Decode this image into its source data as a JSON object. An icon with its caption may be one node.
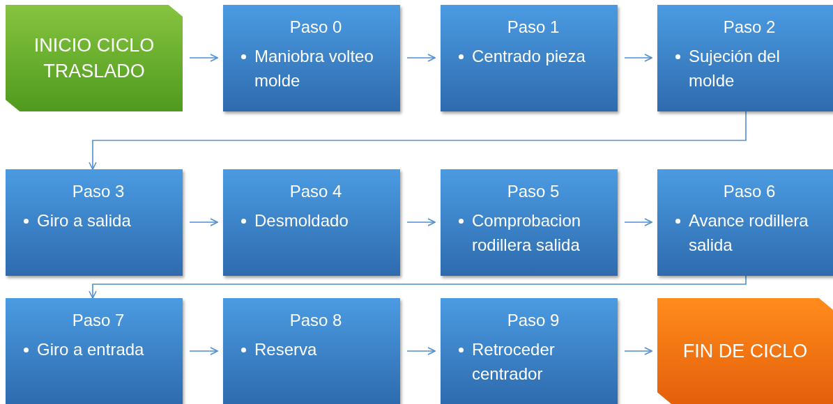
{
  "diagram": {
    "nodes": [
      {
        "text": [
          "INICIO CICLO TRASLADO"
        ]
      },
      {
        "text": [
          "Paso 0",
          "Maniobra volteo molde"
        ]
      },
      {
        "text": [
          "Paso 1",
          "Centrado pieza"
        ]
      },
      {
        "text": [
          "Paso 2",
          "Sujeción del molde"
        ]
      },
      {
        "text": [
          "Paso 3",
          "Giro a salida"
        ]
      },
      {
        "text": [
          "Paso 4",
          "Desmoldado"
        ]
      },
      {
        "text": [
          "Paso 5",
          "Comprobacion rodillera salida"
        ]
      },
      {
        "text": [
          "Paso 6",
          "Avance rodillera salida"
        ]
      },
      {
        "text": [
          "Paso 7",
          "Giro a entrada"
        ]
      },
      {
        "text": [
          "Paso 8",
          "Reserva"
        ]
      },
      {
        "text": [
          "Paso 9",
          "Retroceder centrador"
        ]
      },
      {
        "text": [
          "FIN DE CICLO"
        ]
      }
    ],
    "edges": [
      {
        "from": 0,
        "to": 1,
        "arrow": "to"
      },
      {
        "from": 1,
        "to": 2,
        "arrow": "to"
      },
      {
        "from": 2,
        "to": 3,
        "arrow": "to"
      },
      {
        "from": 3,
        "to": 4,
        "arrow": "to"
      },
      {
        "from": 4,
        "to": 5,
        "arrow": "to"
      },
      {
        "from": 5,
        "to": 6,
        "arrow": "to"
      },
      {
        "from": 6,
        "to": 7,
        "arrow": "to"
      },
      {
        "from": 7,
        "to": 8,
        "arrow": "to"
      },
      {
        "from": 8,
        "to": 9,
        "arrow": "to"
      },
      {
        "from": 9,
        "to": 10,
        "arrow": "to"
      },
      {
        "from": 10,
        "to": 11,
        "arrow": "to"
      }
    ]
  }
}
